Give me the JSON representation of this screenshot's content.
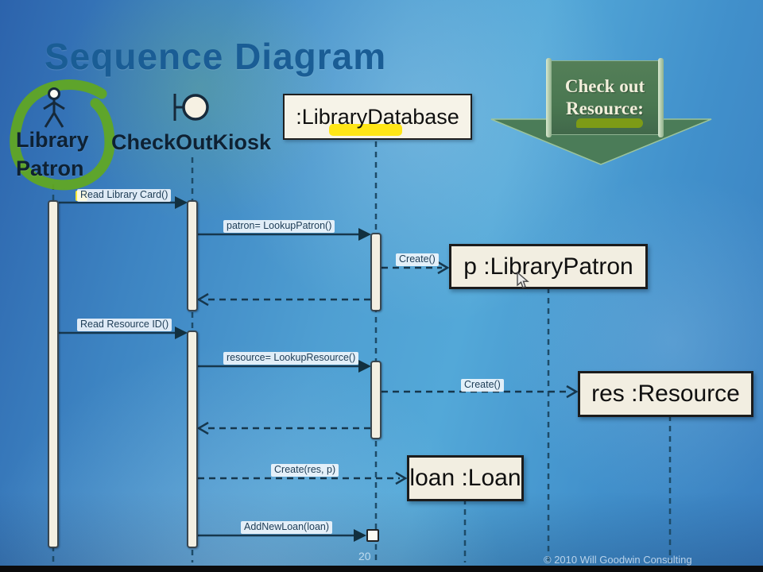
{
  "slide": {
    "title": "Sequence Diagram",
    "page_number": "20",
    "copyright": "© 2010 Will Goodwin Consulting"
  },
  "callout": {
    "line1": "Check out",
    "line2": "Resource:"
  },
  "participants": [
    {
      "id": "library-patron",
      "kind": "actor",
      "label_line1": "Library",
      "label_line2": "Patron",
      "annotation": "green-marker-circle"
    },
    {
      "id": "checkout-kiosk",
      "kind": "boundary",
      "label": "CheckOutKiosk"
    },
    {
      "id": "library-database",
      "kind": "object",
      "label": ":LibraryDatabase",
      "annotation": "yellow-highlight"
    }
  ],
  "created_objects": [
    {
      "id": "p-library-patron",
      "label": "p :LibraryPatron"
    },
    {
      "id": "res-resource",
      "label": "res :Resource"
    },
    {
      "id": "loan-loan",
      "label": "loan :Loan"
    }
  ],
  "messages": [
    {
      "label": "Read Library Card()",
      "from": "library-patron",
      "to": "checkout-kiosk",
      "style": "sync"
    },
    {
      "label": "patron= LookupPatron()",
      "from": "checkout-kiosk",
      "to": "library-database",
      "style": "sync"
    },
    {
      "label": "Create()",
      "from": "library-database",
      "to": "p-library-patron",
      "style": "create"
    },
    {
      "label": "Read Resource ID()",
      "from": "library-patron",
      "to": "checkout-kiosk",
      "style": "sync"
    },
    {
      "label": "resource= LookupResource()",
      "from": "checkout-kiosk",
      "to": "library-database",
      "style": "sync"
    },
    {
      "label": "Create()",
      "from": "library-database",
      "to": "res-resource",
      "style": "create"
    },
    {
      "label": "Create(res, p)",
      "from": "checkout-kiosk",
      "to": "loan-loan",
      "style": "create"
    },
    {
      "label": "AddNewLoan(loan)",
      "from": "checkout-kiosk",
      "to": "library-database",
      "style": "sync"
    }
  ],
  "colors": {
    "background_blue": "#4f9fd2",
    "title_blue": "#1a5d95",
    "annotation_green": "#62a81f",
    "highlight_yellow": "#ffe616",
    "callout_green": "#4b7c58",
    "line_navy": "#16374d",
    "box_cream": "#f2eee1"
  }
}
